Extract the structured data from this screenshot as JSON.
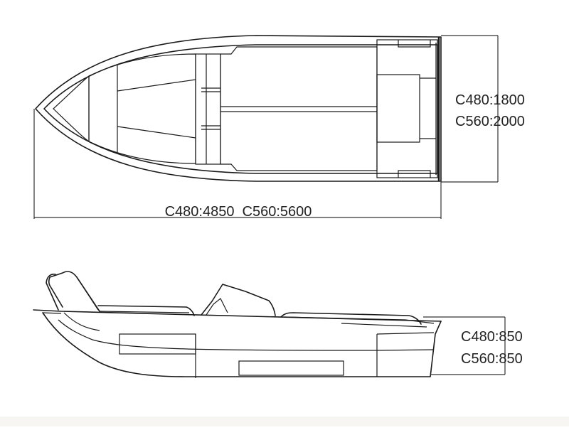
{
  "top_view": {
    "length_label": "C480:4850  C560:5600",
    "width_label_1": "C480:1800",
    "width_label_2": "C560:2000"
  },
  "side_view": {
    "height_label_1": "C480:850",
    "height_label_2": "C560:850"
  },
  "colors": {
    "line": "#1a1a1a",
    "background": "#ffffff"
  }
}
